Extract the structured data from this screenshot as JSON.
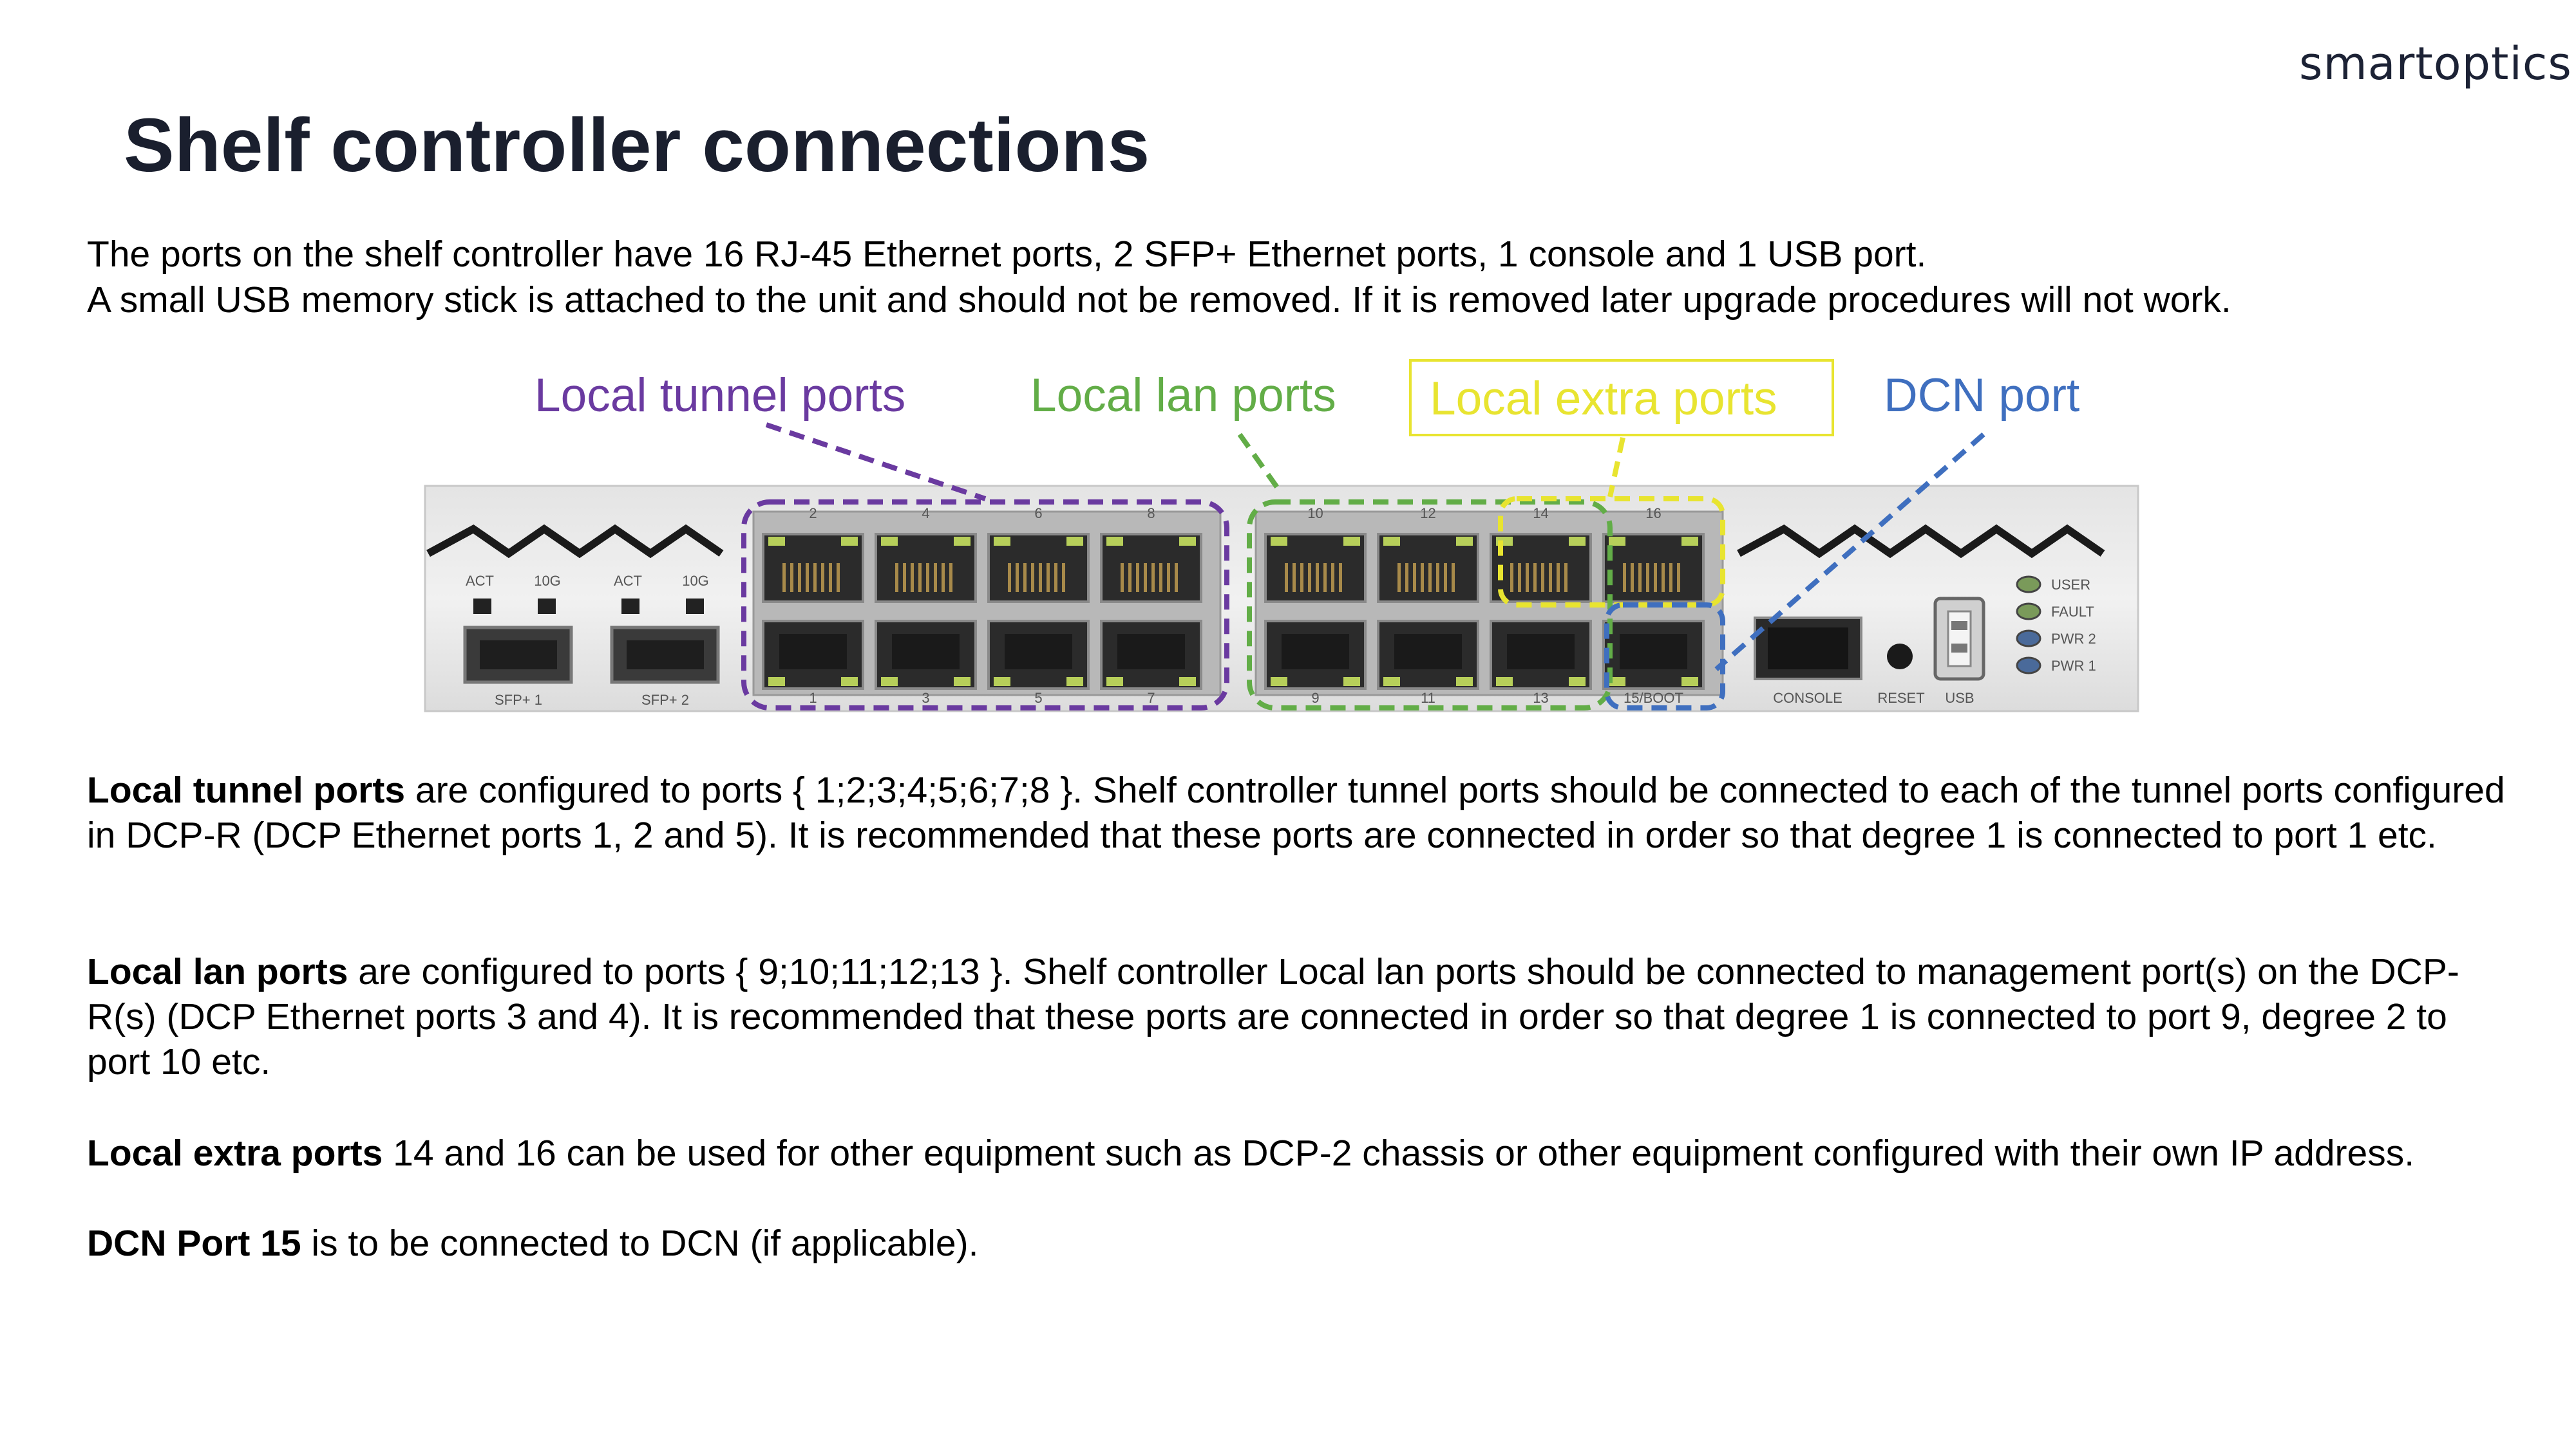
{
  "logo": "smartoptics",
  "title": "Shelf controller connections",
  "intro": [
    "The ports on the shelf controller have 16 RJ-45 Ethernet ports, 2 SFP+ Ethernet ports, 1 console and 1 USB port.",
    "A small USB memory stick is attached to the unit and should not be removed. If it is removed later upgrade procedures will not work."
  ],
  "colors": {
    "tunnel": "#6a3aa0",
    "lan": "#62ad47",
    "extra": "#e8e430",
    "dcn": "#3f6fbf",
    "title": "#1a1f2e"
  },
  "annotations": {
    "tunnel": "Local tunnel ports",
    "lan": "Local lan ports",
    "extra": "Local extra ports",
    "dcn": "DCN port"
  },
  "device": {
    "sfp": [
      {
        "label": "SFP+ 1",
        "act": "ACT",
        "speed": "10G"
      },
      {
        "label": "SFP+ 2",
        "act": "ACT",
        "speed": "10G"
      }
    ],
    "top_port_numbers": [
      "2",
      "4",
      "6",
      "8",
      "10",
      "12",
      "14",
      "16"
    ],
    "bottom_port_numbers": [
      "1",
      "3",
      "5",
      "7",
      "9",
      "11",
      "13",
      "15/BOOT"
    ],
    "console": "CONSOLE",
    "reset": "RESET",
    "usb": "USB",
    "leds": [
      "USER",
      "FAULT",
      "PWR 2",
      "PWR 1"
    ]
  },
  "paragraphs": [
    {
      "bold": "Local tunnel ports",
      "text": " are configured to ports { 1;2;3;4;5;6;7;8 }. Shelf controller tunnel ports should be connected to each of the tunnel ports configured in DCP-R (DCP Ethernet ports 1, 2 and 5). It is recommended that these ports are connected in order so that degree 1 is connected to port 1 etc."
    },
    {
      "bold": "Local lan ports",
      "text": " are configured to ports { 9;10;11;12;13 }. Shelf controller Local lan ports should be connected to management port(s) on the DCP-R(s) (DCP Ethernet ports 3 and 4). It is recommended that these ports are connected in order so that degree 1 is connected to port 9, degree 2 to port 10 etc."
    },
    {
      "bold": "Local extra ports",
      "text": " 14 and 16 can be used for other equipment such as DCP-2 chassis or other equipment configured with their own IP address."
    },
    {
      "bold": "DCN Port 15",
      "text": " is to be connected to DCN (if applicable)."
    }
  ]
}
